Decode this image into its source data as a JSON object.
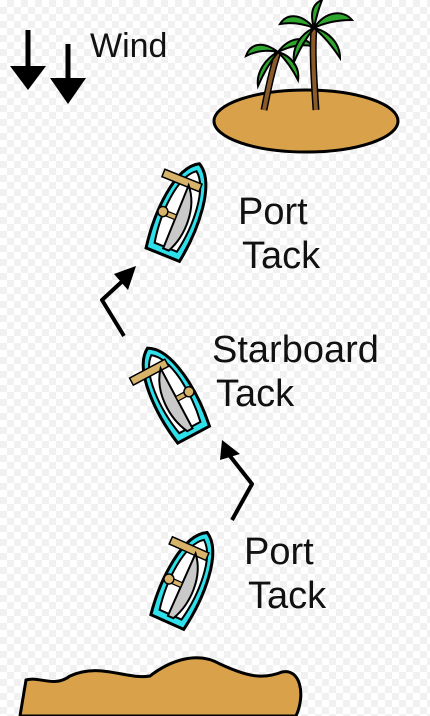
{
  "wind": {
    "label": "Wind"
  },
  "legs": [
    {
      "label_line1": "Port",
      "label_line2": "Tack"
    },
    {
      "label_line1": "Starboard",
      "label_line2": "Tack"
    },
    {
      "label_line1": "Port",
      "label_line2": "Tack"
    }
  ],
  "colors": {
    "sand": "#d9a24a",
    "hull": "#2ee0ea",
    "sail": "#c9c9c9",
    "mast": "#d8b46a",
    "palm_green": "#2ea62e",
    "palm_trunk": "#8a5a2b"
  },
  "icons": [
    "wind-arrow-icon",
    "palm-tree-icon",
    "sailboat-icon",
    "course-arrow-icon"
  ]
}
